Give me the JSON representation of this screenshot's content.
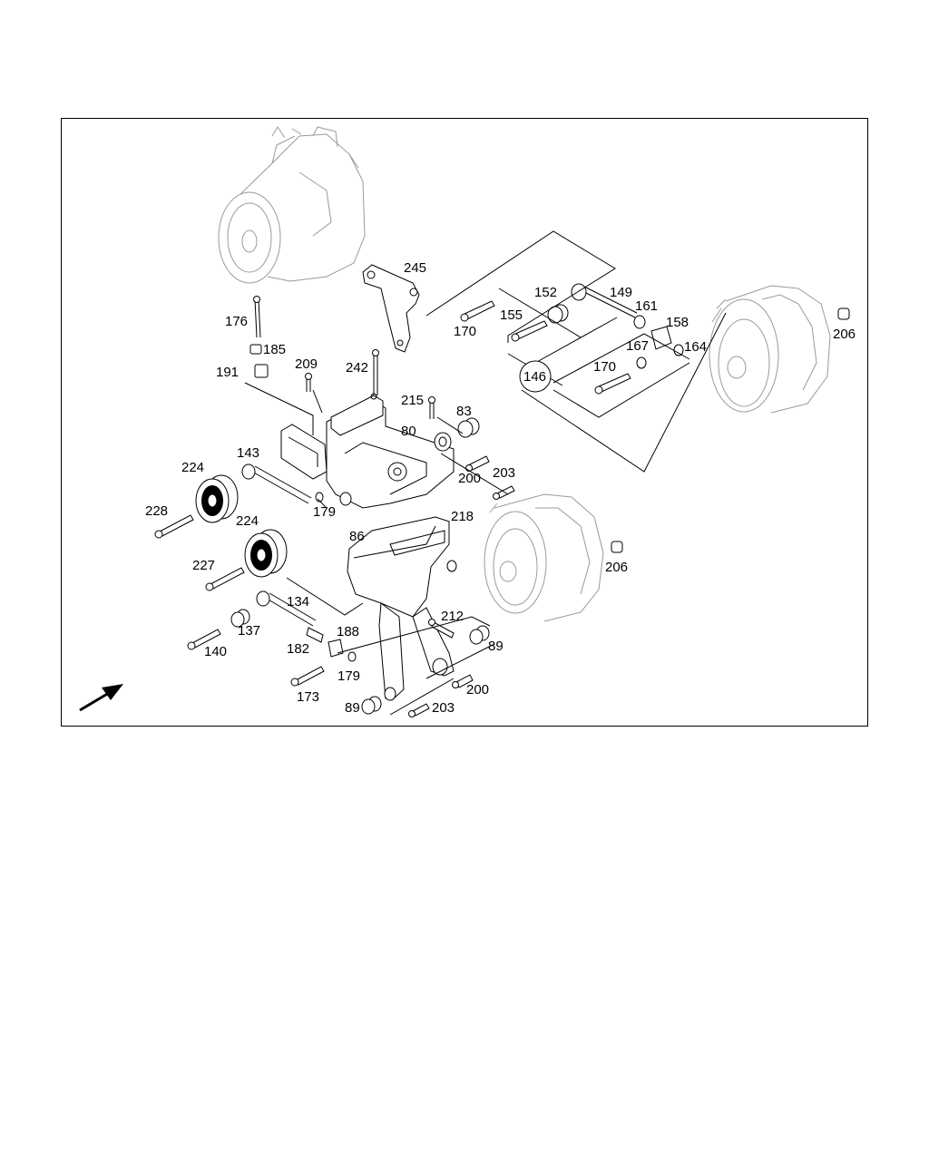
{
  "callouts": [
    {
      "id": "c245",
      "text": "245"
    },
    {
      "id": "c152",
      "text": "152"
    },
    {
      "id": "c149",
      "text": "149"
    },
    {
      "id": "c161",
      "text": "161"
    },
    {
      "id": "c155",
      "text": "155"
    },
    {
      "id": "c170a",
      "text": "170"
    },
    {
      "id": "c158",
      "text": "158"
    },
    {
      "id": "c167",
      "text": "167"
    },
    {
      "id": "c164",
      "text": "164"
    },
    {
      "id": "c206a",
      "text": "206"
    },
    {
      "id": "c176",
      "text": "176"
    },
    {
      "id": "c185",
      "text": "185"
    },
    {
      "id": "c191",
      "text": "191"
    },
    {
      "id": "c209",
      "text": "209"
    },
    {
      "id": "c242",
      "text": "242"
    },
    {
      "id": "c146",
      "text": "146"
    },
    {
      "id": "c170b",
      "text": "170"
    },
    {
      "id": "c215",
      "text": "215"
    },
    {
      "id": "c83",
      "text": "83"
    },
    {
      "id": "c80",
      "text": "80"
    },
    {
      "id": "c143",
      "text": "143"
    },
    {
      "id": "c224a",
      "text": "224"
    },
    {
      "id": "c200a",
      "text": "200"
    },
    {
      "id": "c203a",
      "text": "203"
    },
    {
      "id": "c228",
      "text": "228"
    },
    {
      "id": "c179a",
      "text": "179"
    },
    {
      "id": "c224b",
      "text": "224"
    },
    {
      "id": "c218",
      "text": "218"
    },
    {
      "id": "c86",
      "text": "86"
    },
    {
      "id": "c227",
      "text": "227"
    },
    {
      "id": "c206b",
      "text": "206"
    },
    {
      "id": "c134",
      "text": "134"
    },
    {
      "id": "c212",
      "text": "212"
    },
    {
      "id": "c137",
      "text": "137"
    },
    {
      "id": "c188",
      "text": "188"
    },
    {
      "id": "c89a",
      "text": "89"
    },
    {
      "id": "c140",
      "text": "140"
    },
    {
      "id": "c182",
      "text": "182"
    },
    {
      "id": "c179b",
      "text": "179"
    },
    {
      "id": "c200b",
      "text": "200"
    },
    {
      "id": "c173",
      "text": "173"
    },
    {
      "id": "c89b",
      "text": "89"
    },
    {
      "id": "c203b",
      "text": "203"
    }
  ],
  "colors": {
    "line": "#000000",
    "ghost": "#9a9a9a",
    "background": "#ffffff"
  },
  "icons": {
    "orientation_arrow": "arrow-up-right-icon"
  }
}
